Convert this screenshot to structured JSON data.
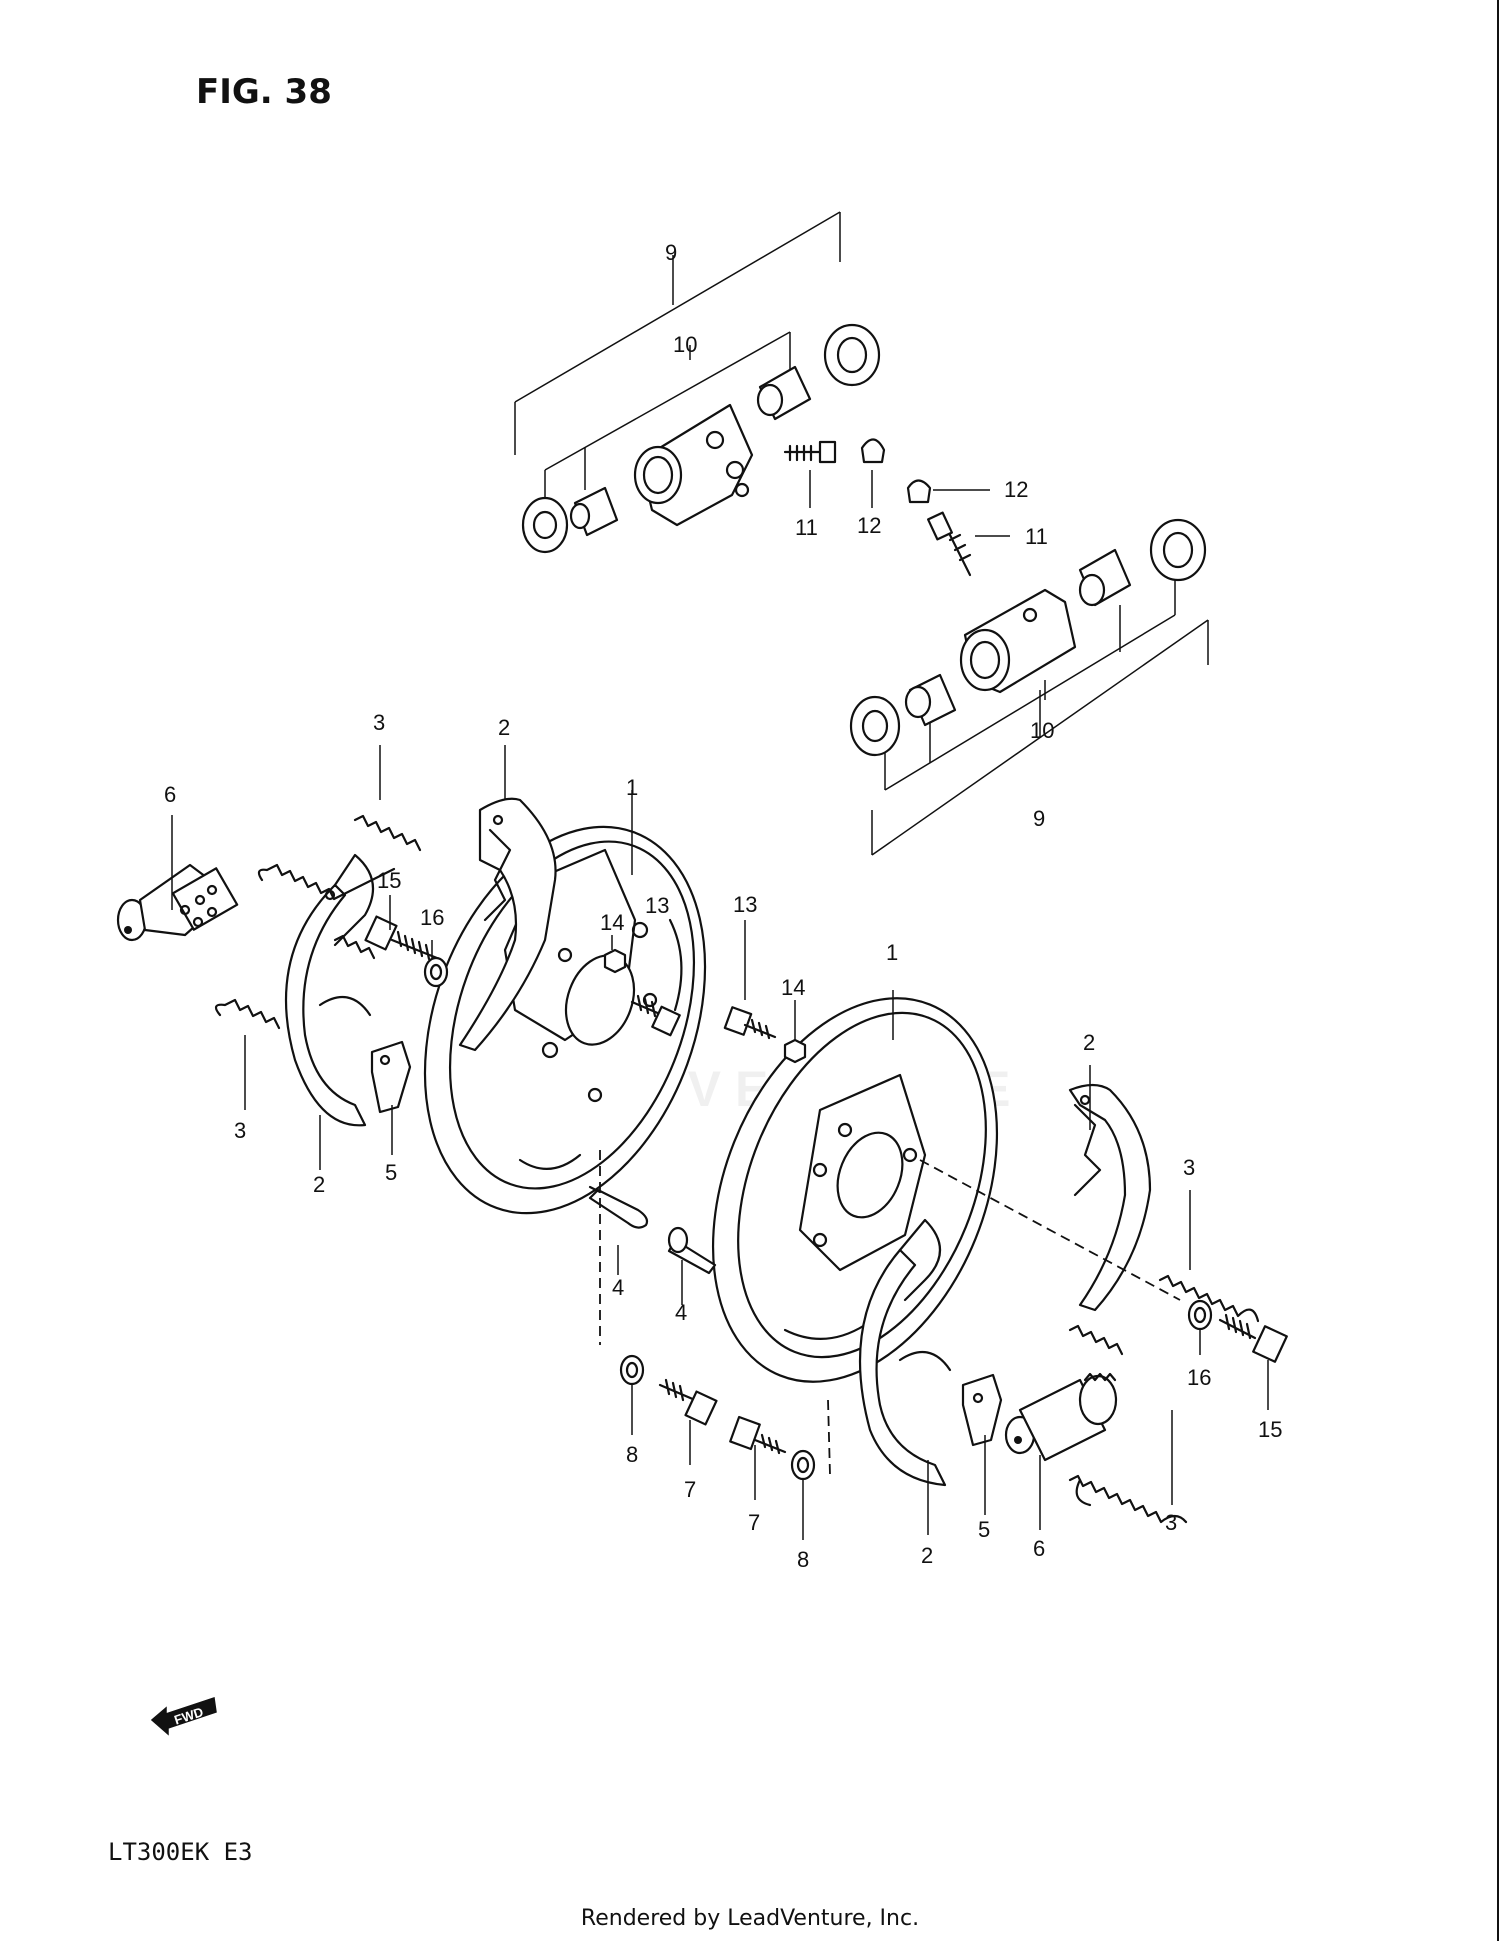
{
  "figure_title": "FIG. 38",
  "model_code": "LT300EK  E3",
  "render_credit": "Rendered by LeadVenture, Inc.",
  "watermark": "LEADVENTURE",
  "fwd_label": "FWD",
  "callouts": [
    {
      "id": "c9a",
      "text": "9"
    },
    {
      "id": "c10a",
      "text": "10"
    },
    {
      "id": "c11a",
      "text": "11"
    },
    {
      "id": "c12a",
      "text": "12"
    },
    {
      "id": "c12b",
      "text": "12"
    },
    {
      "id": "c11b",
      "text": "11"
    },
    {
      "id": "c10b",
      "text": "10"
    },
    {
      "id": "c9b",
      "text": "9"
    },
    {
      "id": "c3a",
      "text": "3"
    },
    {
      "id": "c6a",
      "text": "6"
    },
    {
      "id": "c2a",
      "text": "2"
    },
    {
      "id": "c1a",
      "text": "1"
    },
    {
      "id": "c15a",
      "text": "15"
    },
    {
      "id": "c16a",
      "text": "16"
    },
    {
      "id": "c14a",
      "text": "14"
    },
    {
      "id": "c13a",
      "text": "13"
    },
    {
      "id": "c13b",
      "text": "13"
    },
    {
      "id": "c14b",
      "text": "14"
    },
    {
      "id": "c1b",
      "text": "1"
    },
    {
      "id": "c3b",
      "text": "3"
    },
    {
      "id": "c2b",
      "text": "2"
    },
    {
      "id": "c5a",
      "text": "5"
    },
    {
      "id": "c2c",
      "text": "2"
    },
    {
      "id": "c3c",
      "text": "3"
    },
    {
      "id": "c4a",
      "text": "4"
    },
    {
      "id": "c4b",
      "text": "4"
    },
    {
      "id": "c16b",
      "text": "16"
    },
    {
      "id": "c15b",
      "text": "15"
    },
    {
      "id": "c8a",
      "text": "8"
    },
    {
      "id": "c7a",
      "text": "7"
    },
    {
      "id": "c7b",
      "text": "7"
    },
    {
      "id": "c8b",
      "text": "8"
    },
    {
      "id": "c2d",
      "text": "2"
    },
    {
      "id": "c5b",
      "text": "5"
    },
    {
      "id": "c6b",
      "text": "6"
    },
    {
      "id": "c3d",
      "text": "3"
    }
  ]
}
